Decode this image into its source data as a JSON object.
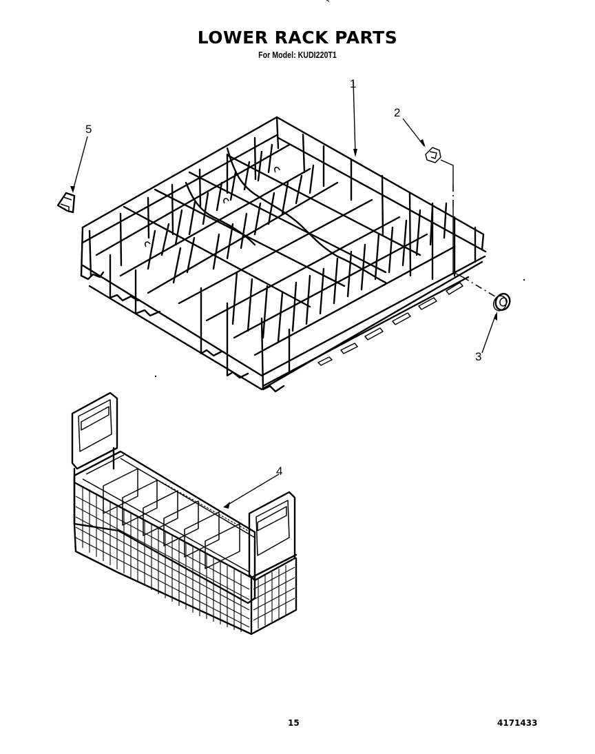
{
  "header": {
    "title": "LOWER RACK PARTS",
    "subtitle": "For Model: KUDI220T1"
  },
  "callouts": [
    {
      "id": "1",
      "label": "1",
      "part": "lower-rack"
    },
    {
      "id": "2",
      "label": "2",
      "part": "rack-clip"
    },
    {
      "id": "3",
      "label": "3",
      "part": "rack-wheel"
    },
    {
      "id": "4",
      "label": "4",
      "part": "silverware-basket"
    },
    {
      "id": "5",
      "label": "5",
      "part": "rack-bumper"
    }
  ],
  "footer": {
    "page_number": "15",
    "document_number": "4171433"
  },
  "colors": {
    "ink": "#000000",
    "paper": "#ffffff"
  }
}
